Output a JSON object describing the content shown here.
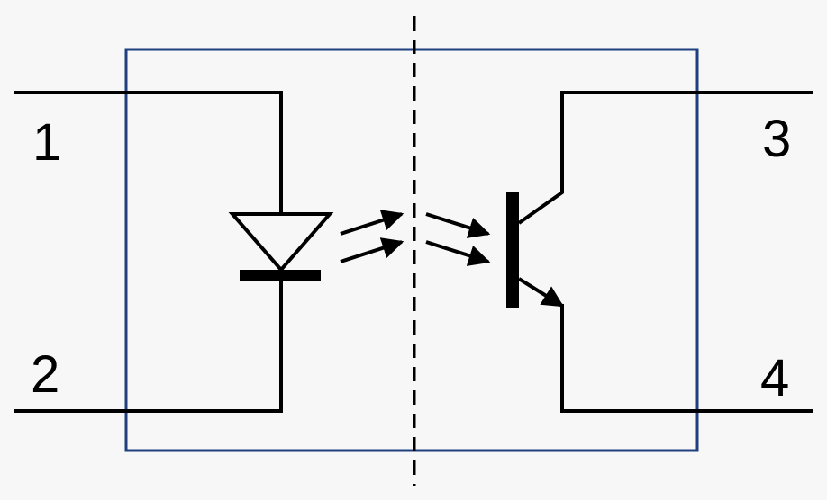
{
  "diagram": {
    "colors": {
      "background": "#f7f7f7",
      "package_outline": "#1f3f7f",
      "wire": "#000000"
    },
    "pins": [
      {
        "label": "1"
      },
      {
        "label": "2"
      },
      {
        "label": "3"
      },
      {
        "label": "4"
      }
    ],
    "components": {
      "emitter_side": "led-diode-icon",
      "detector_side": "phototransistor-icon",
      "coupling": "light-arrows-icon",
      "isolation": "dashed-isolation-line"
    }
  }
}
